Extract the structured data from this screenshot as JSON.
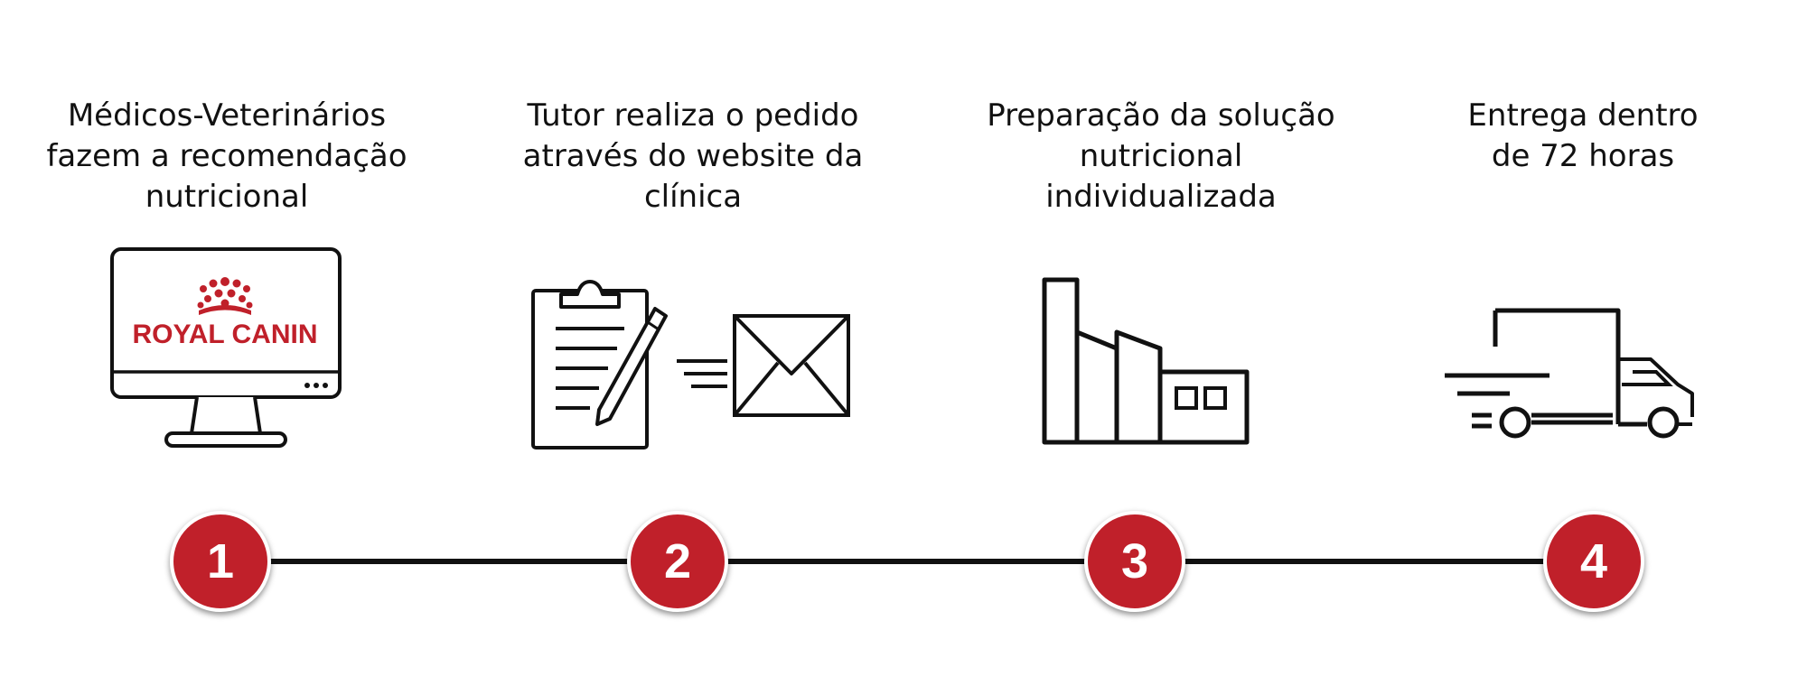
{
  "steps": [
    {
      "number": "1",
      "title_lines": [
        "Médicos-Veterinários",
        "fazem a recomendação",
        "nutricional"
      ],
      "icon": "monitor-with-royal-canin-logo-icon"
    },
    {
      "number": "2",
      "title_lines": [
        "Tutor realiza o pedido",
        "através do website da",
        "clínica"
      ],
      "icon": "clipboard-pencil-envelope-icon"
    },
    {
      "number": "3",
      "title_lines": [
        "Preparação da solução",
        "nutricional",
        "individualizada"
      ],
      "icon": "factory-icon"
    },
    {
      "number": "4",
      "title_lines": [
        "Entrega dentro",
        "de 72 horas"
      ],
      "icon": "delivery-truck-icon"
    }
  ],
  "logo_text": "ROYAL CANIN",
  "colors": {
    "accent": "#c0202a",
    "line": "#111111",
    "background": "#ffffff"
  }
}
